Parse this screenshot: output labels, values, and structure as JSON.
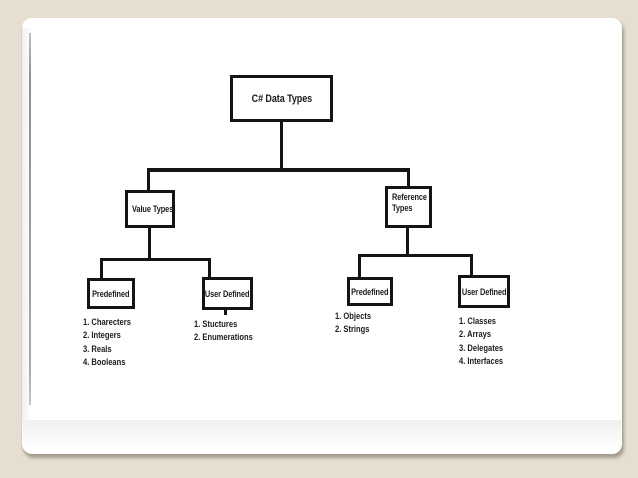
{
  "colors": {
    "background": "#e5ded1",
    "card": "#ffffff",
    "line": "#141414",
    "text": "#1c1c1c",
    "shadow": "#a49d8e"
  },
  "diagram": {
    "root": {
      "label": "C# Data Types"
    },
    "value_types": {
      "label": "Value Types"
    },
    "reference_types": {
      "label": "Reference Types"
    },
    "vt_predefined": {
      "label": "Predefined",
      "items": [
        "1. Charecters",
        "2. Integers",
        "3. Reals",
        "4. Booleans"
      ]
    },
    "vt_userdefined": {
      "label": "User Defined",
      "items": [
        "1. Stuctures",
        "2. Enumerations"
      ]
    },
    "rt_predefined": {
      "label": "Predefined",
      "items": [
        "1. Objects",
        "2. Strings"
      ]
    },
    "rt_userdefined": {
      "label": "User Defined",
      "items": [
        "1. Classes",
        "2. Arrays",
        "3. Delegates",
        "4. Interfaces"
      ]
    }
  }
}
